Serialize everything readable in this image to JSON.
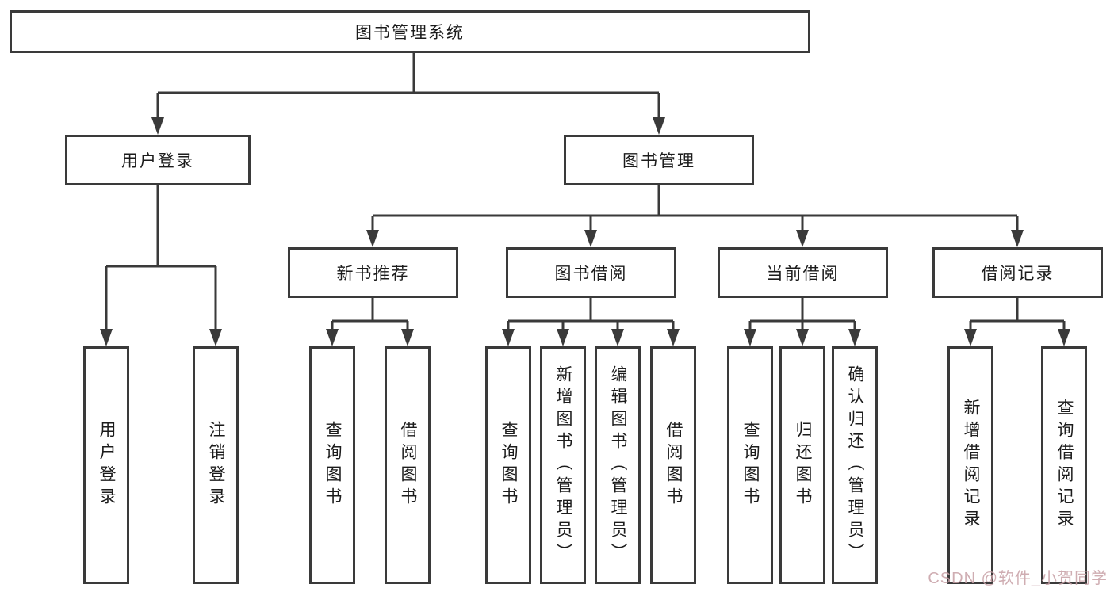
{
  "tree": {
    "root": {
      "label": "图书管理系统"
    },
    "branches": [
      {
        "label": "用户登录",
        "children": [
          {
            "label": "用户登录"
          },
          {
            "label": "注销登录"
          }
        ]
      },
      {
        "label": "图书管理",
        "children": [
          {
            "label": "新书推荐",
            "children": [
              {
                "label": "查询图书"
              },
              {
                "label": "借阅图书"
              }
            ]
          },
          {
            "label": "图书借阅",
            "children": [
              {
                "label": "查询图书"
              },
              {
                "label": "新增图书（管理员）"
              },
              {
                "label": "编辑图书（管理员）"
              },
              {
                "label": "借阅图书"
              }
            ]
          },
          {
            "label": "当前借阅",
            "children": [
              {
                "label": "查询图书"
              },
              {
                "label": "归还图书"
              },
              {
                "label": "确认归还（管理员）"
              }
            ]
          },
          {
            "label": "借阅记录",
            "children": [
              {
                "label": "新增借阅记录"
              },
              {
                "label": "查询借阅记录"
              }
            ]
          }
        ]
      }
    ]
  },
  "watermark": {
    "text": "CSDN @软件_小贺同学",
    "color": "#c79fa5"
  },
  "colors": {
    "line": "#3a3a3a",
    "box_border": "#3a3a3a",
    "box_bg": "#ffffff",
    "text": "#1c1c1c"
  }
}
